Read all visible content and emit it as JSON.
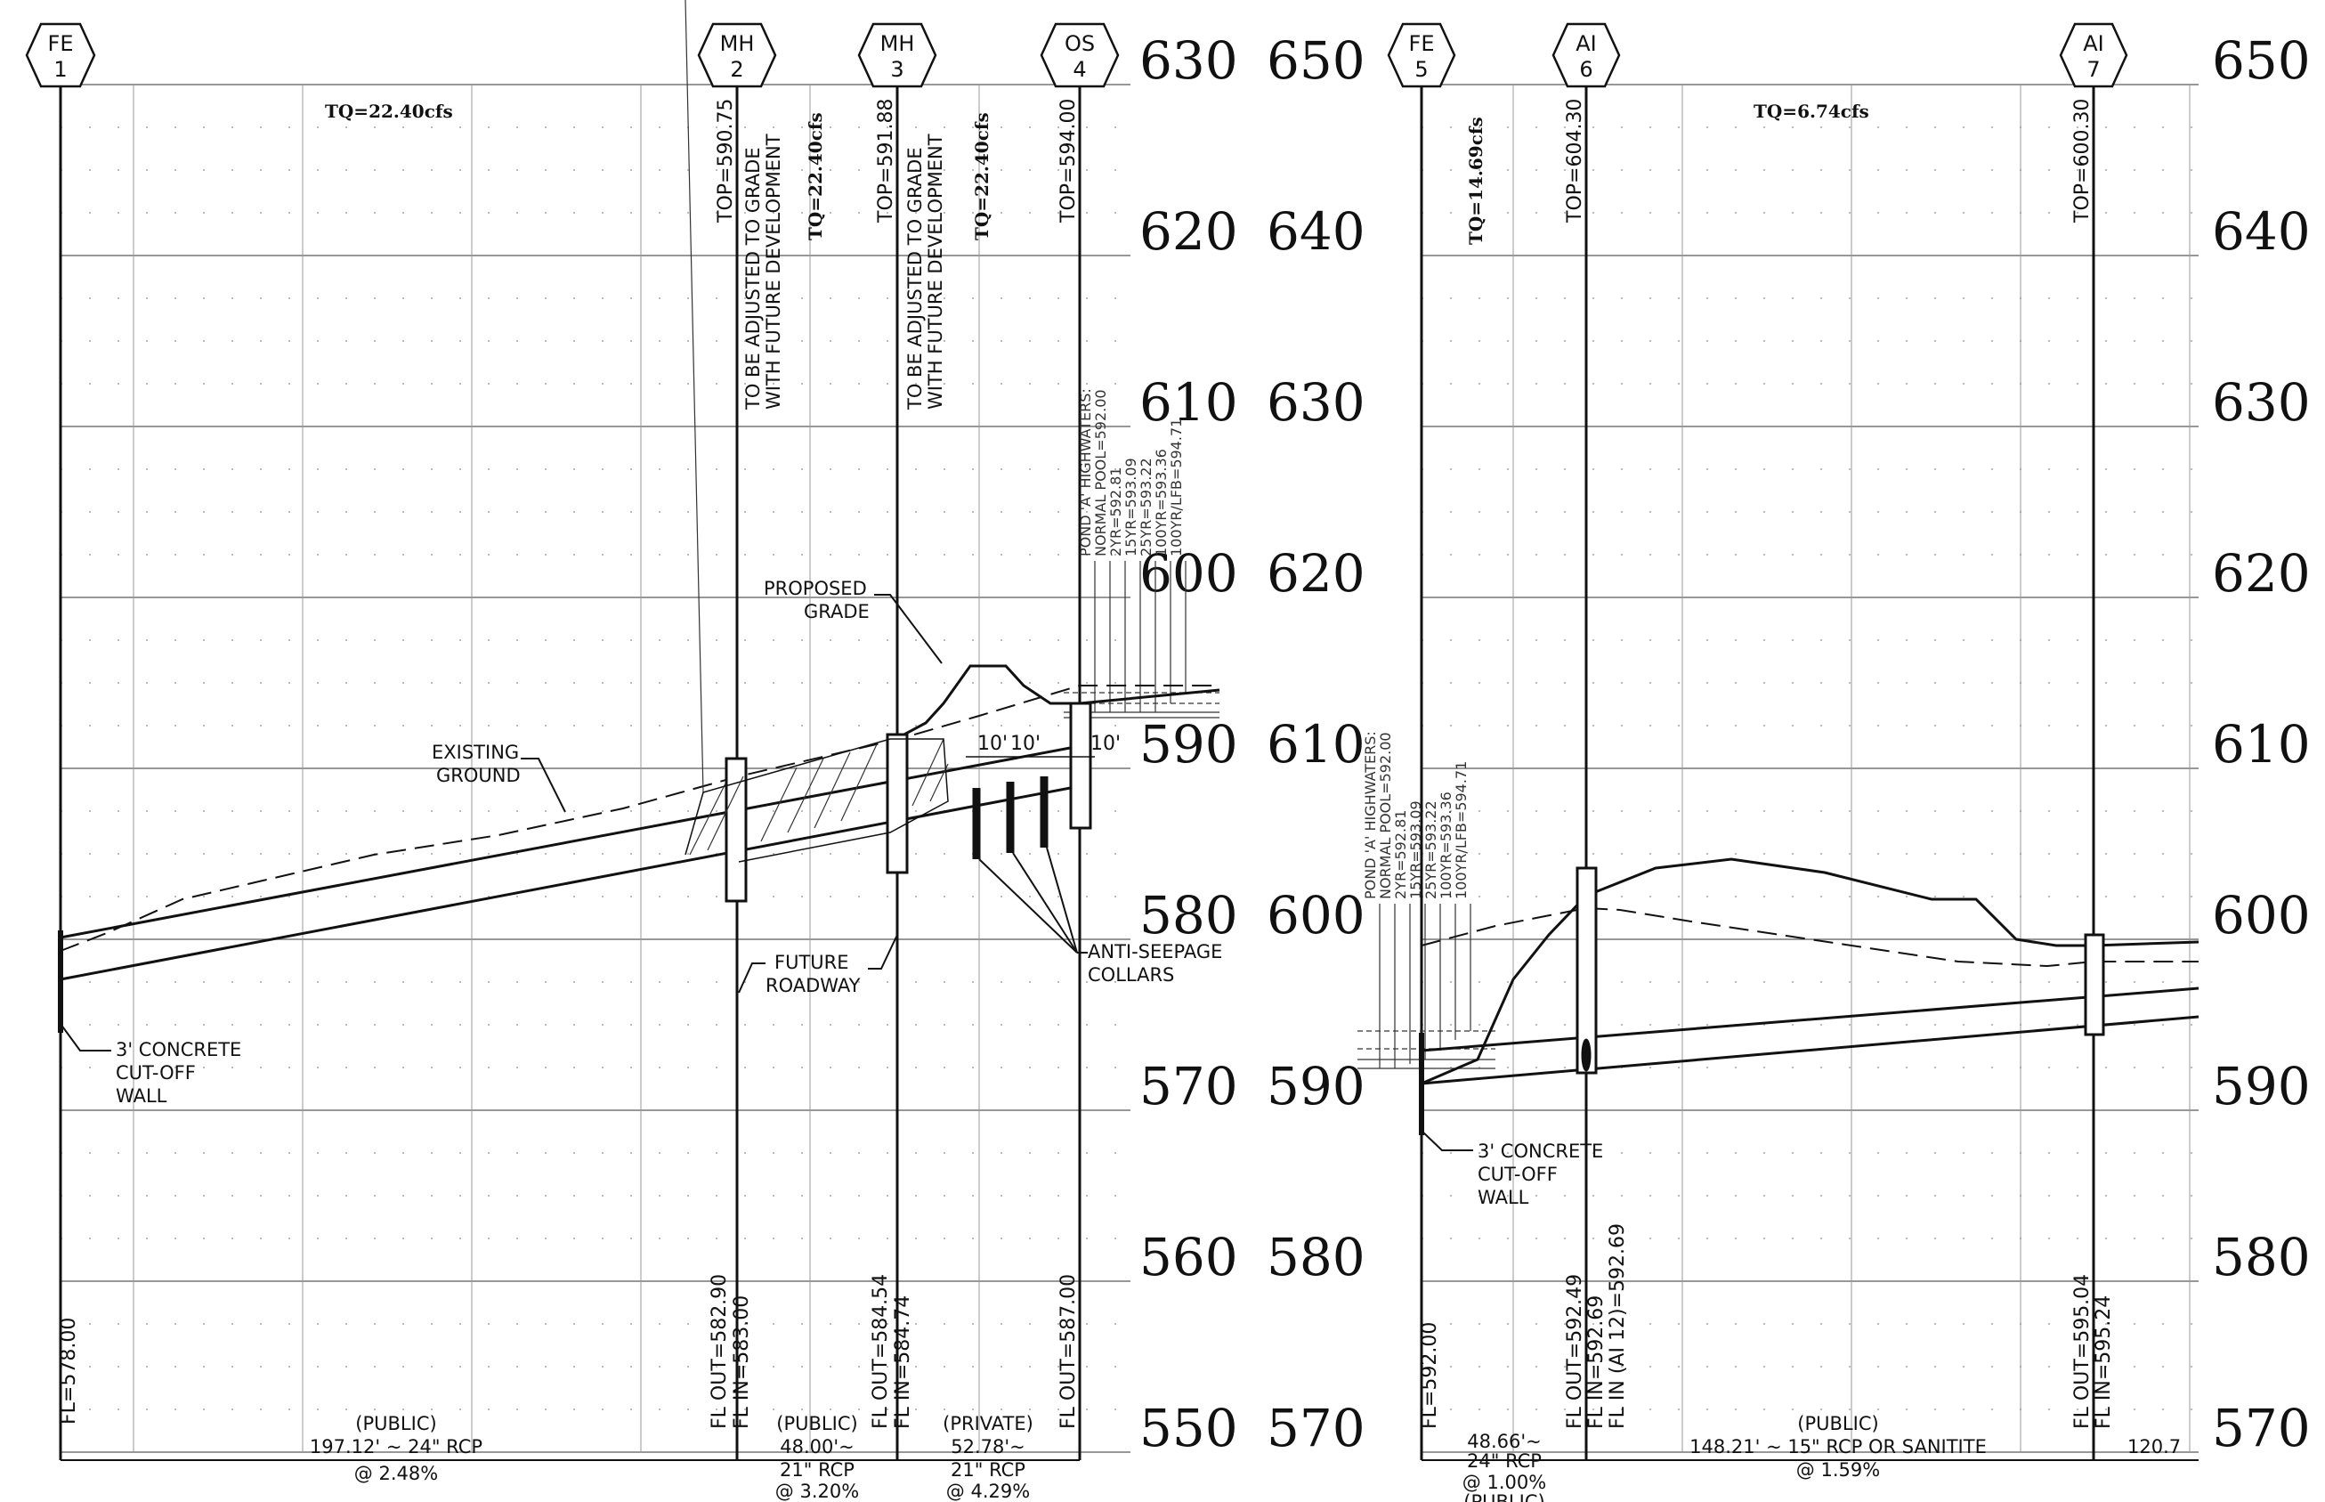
{
  "left_profile": {
    "nodes": [
      {
        "top": "FE",
        "bottom": "1"
      },
      {
        "top": "MH",
        "bottom": "2"
      },
      {
        "top": "MH",
        "bottom": "3"
      },
      {
        "top": "OS",
        "bottom": "4"
      }
    ],
    "elevations": [
      "630",
      "620",
      "610",
      "600",
      "590",
      "580",
      "570",
      "560",
      "550"
    ],
    "tq_main": "TQ=22.40cfs",
    "tq_mh2": "TQ=22.40cfs",
    "tq_mh3": "TQ=22.40cfs",
    "top_mh2": "TOP=590.75",
    "top_mh3": "TOP=591.88",
    "top_os4": "TOP=594.00",
    "note_mh2": [
      "TO BE ADJUSTED TO GRADE",
      "WITH FUTURE DEVELOPMENT"
    ],
    "note_mh3": [
      "TO BE ADJUSTED TO GRADE",
      "WITH FUTURE DEVELOPMENT"
    ],
    "highwaters": [
      "POND 'A' HIGHWATERS:",
      "NORMAL POOL=592.00",
      "2YR=592.81",
      "15YR=593.09",
      "25YR=593.22",
      "100YR=593.36",
      "100YR/LFB=594.71"
    ],
    "proposed_grade": [
      "PROPOSED",
      "GRADE"
    ],
    "existing_ground": [
      "EXISTING",
      "GROUND"
    ],
    "future_roadway": [
      "FUTURE",
      "ROADWAY"
    ],
    "anti_seepage": [
      "ANTI-SEEPAGE",
      "COLLARS"
    ],
    "cutoff_wall": [
      "3' CONCRETE",
      "CUT-OFF",
      "WALL"
    ],
    "collar_spacing": [
      "10'",
      "10'",
      "10'"
    ],
    "fl_fe1": "FL=578.00",
    "fl_mh2": [
      "FL OUT=582.90",
      "FL IN=583.00"
    ],
    "fl_mh3": [
      "FL OUT=584.54",
      "FL IN=584.74"
    ],
    "fl_os4": "FL OUT=587.00",
    "seg1": [
      "(PUBLIC)",
      "197.12' ~ 24\" RCP",
      "@ 2.48%"
    ],
    "seg2": [
      "(PUBLIC)",
      "48.00'~",
      "21\" RCP",
      "@ 3.20%"
    ],
    "seg3": [
      "(PRIVATE)",
      "52.78'~",
      "21\" RCP",
      "@ 4.29%"
    ]
  },
  "right_profile": {
    "nodes": [
      {
        "top": "FE",
        "bottom": "5"
      },
      {
        "top": "AI",
        "bottom": "6"
      },
      {
        "top": "AI",
        "bottom": "7"
      }
    ],
    "elevations_left": [
      "650",
      "640",
      "630",
      "620",
      "610",
      "600",
      "590",
      "580",
      "570"
    ],
    "elevations_right": [
      "650",
      "640",
      "630",
      "620",
      "610",
      "600",
      "590",
      "580",
      "570"
    ],
    "tq_main": "TQ=6.74cfs",
    "tq_fe5": "TQ=14.69cfs",
    "top_ai6": "TOP=604.30",
    "top_ai7": "TOP=600.30",
    "highwaters": [
      "POND 'A' HIGHWATERS:",
      "NORMAL POOL=592.00",
      "2YR=592.81",
      "15YR=593.09",
      "25YR=593.22",
      "100YR=593.36",
      "100YR/LFB=594.71"
    ],
    "cutoff_wall": [
      "3' CONCRETE",
      "CUT-OFF",
      "WALL"
    ],
    "fl_fe5": "FL=592.00",
    "fl_ai6": [
      "FL OUT=592.49",
      "FL IN=592.69",
      "FL IN (AI 12)=592.69"
    ],
    "fl_ai7": [
      "FL OUT=595.04",
      "FL IN=595.24"
    ],
    "seg1": [
      "48.66'~",
      "24\" RCP",
      "@ 1.00%",
      "(PUBLIC)"
    ],
    "seg2": [
      "(PUBLIC)",
      "148.21' ~ 15\" RCP OR SANITITE",
      "@ 1.59%"
    ],
    "seg3": [
      "120.7"
    ]
  }
}
